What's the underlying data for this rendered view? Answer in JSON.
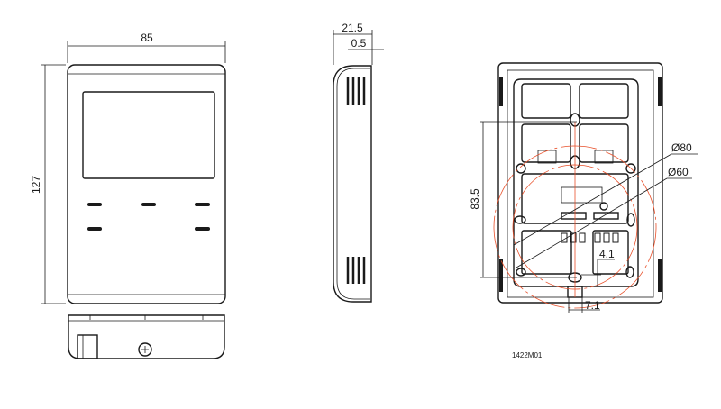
{
  "drawing": {
    "front_view": {
      "width_dim": "85",
      "height_dim": "127"
    },
    "side_view": {
      "depth_dim": "21.5",
      "offset_dim": "0.5"
    },
    "back_view": {
      "hole_spacing_dim": "83.5",
      "circle_large_label": "Ø80",
      "circle_small_label": "Ø60",
      "offset_dim": "4.1",
      "width_dim": "7.1"
    },
    "drawing_code": "1422M01",
    "colors": {
      "line": "#1a1a1a",
      "centerline": "#e8502a"
    }
  }
}
